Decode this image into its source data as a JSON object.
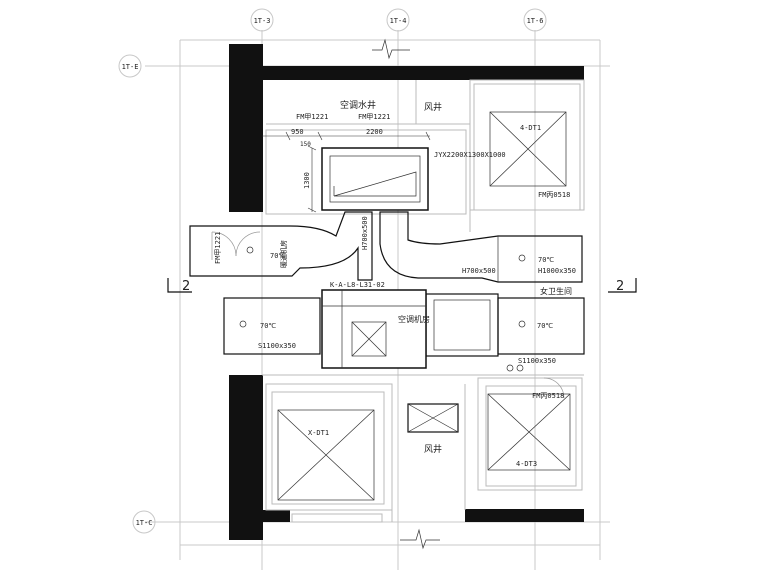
{
  "axes": {
    "top": [
      "1T-3",
      "1T-4",
      "1T-6"
    ],
    "left_top": "1T-E",
    "left_bottom": "1T-C"
  },
  "section_marks": {
    "left": "2",
    "right": "2"
  },
  "labels": {
    "shaft_top": "空调水井",
    "fm_left": "FM甲1221",
    "fm_right": "FM甲1221",
    "air_shaft_top": "风井",
    "dim_950": "950",
    "dim_2200": "2200",
    "dim_150": "150",
    "dim_1300": "1300",
    "equipment": "JYX2200X1300X1000",
    "elevator_tr": "4-DT1",
    "fm_tr": "FM丙0518",
    "duct_v": "H700x500",
    "duct_r1": "H700x500",
    "duct_r2": "H1000x350",
    "temp_r1": "70℃",
    "temp_left_up": "70℃",
    "door_left": "FM甲1221",
    "side_left": "暖通机房",
    "tag_ahu": "K-A-L8-L31-02",
    "ahu_room": "空调机房",
    "restroom": "女卫生间",
    "temp_left": "70℃",
    "size_left": "S1100x350",
    "temp_right": "70℃",
    "size_right": "S1100x350",
    "fm_br": "FM丙0518",
    "elevator_bl": "X-DT1",
    "air_shaft_bot": "风井",
    "elevator_br": "4-DT3"
  }
}
